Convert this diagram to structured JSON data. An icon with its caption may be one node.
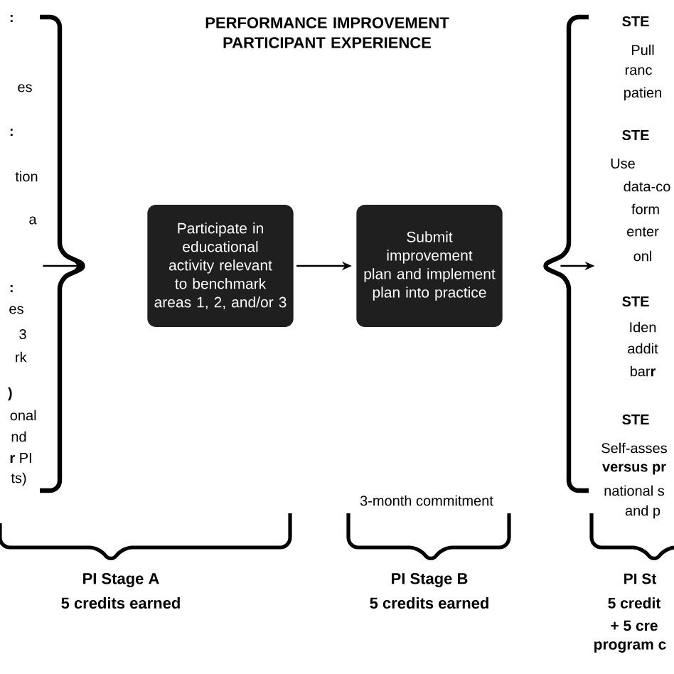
{
  "diagram": {
    "title": "PERFORMANCE IMPROVEMENT PARTICIPANT EXPERIENCE",
    "nodes": [
      {
        "text": [
          ":",
          "es",
          ":",
          "tion",
          "a",
          ":",
          "es",
          "3",
          "rk",
          ")",
          "onal",
          "nd",
          "**r** PI",
          "ts)"
        ]
      },
      {
        "text": [],
        "shape": "brace"
      },
      {
        "text": [
          "Participate in educational activity relevant to benchmark areas 1, 2, and/or 3"
        ]
      },
      {
        "text": [
          "Submit improvement plan and implement plan into practice"
        ]
      },
      {
        "text": [],
        "shape": "brace"
      },
      {
        "text": [
          "STE",
          "Pull",
          "ranc",
          "patien",
          "STE",
          "Use",
          "data-co",
          "form",
          "enter",
          "onl",
          "STE",
          "Iden",
          "addit",
          "bar**r**",
          "STE",
          "Self-asses",
          "versus pr",
          "national s",
          "and p"
        ]
      }
    ],
    "edges": [
      {
        "from": 0,
        "to": 1,
        "arrow": "to"
      },
      {
        "from": 2,
        "to": 3,
        "arrow": "to"
      },
      {
        "from": 4,
        "to": 5,
        "arrow": "to"
      }
    ],
    "labels": [
      "3-month commitment",
      "PI Stage A",
      "5 credits earned",
      "PI Stage B",
      "5 credits earned",
      "PI St",
      "5 credit",
      "+ 5 cre",
      "program c"
    ]
  }
}
